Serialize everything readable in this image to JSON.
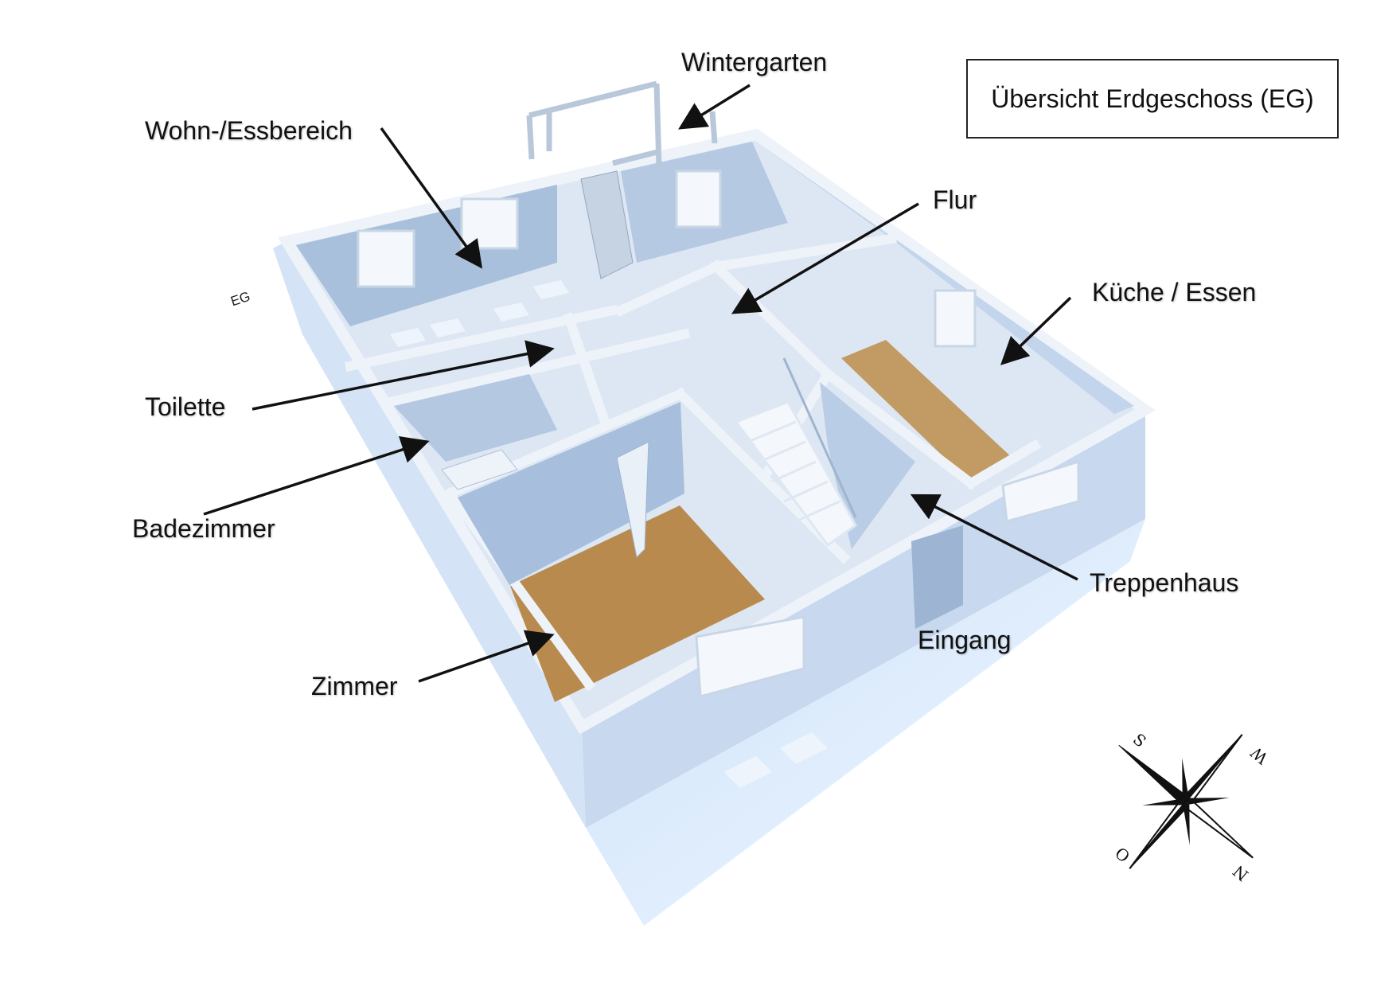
{
  "title": "Übersicht Erdgeschoss (EG)",
  "floor_marker": "EG",
  "labels": {
    "wintergarten": "Wintergarten",
    "wohn": "Wohn-/Essbereich",
    "flur": "Flur",
    "kueche": "Küche / Essen",
    "toilette": "Toilette",
    "bad": "Badezimmer",
    "treppenhaus": "Treppenhaus",
    "eingang": "Eingang",
    "zimmer": "Zimmer"
  },
  "compass": {
    "s": "S",
    "w": "W",
    "n": "N",
    "o": "O"
  },
  "colors": {
    "wall": "#c9d9ee",
    "floor": "#dfe8f3",
    "wood": "#b98a4e",
    "arrow": "#111111"
  }
}
